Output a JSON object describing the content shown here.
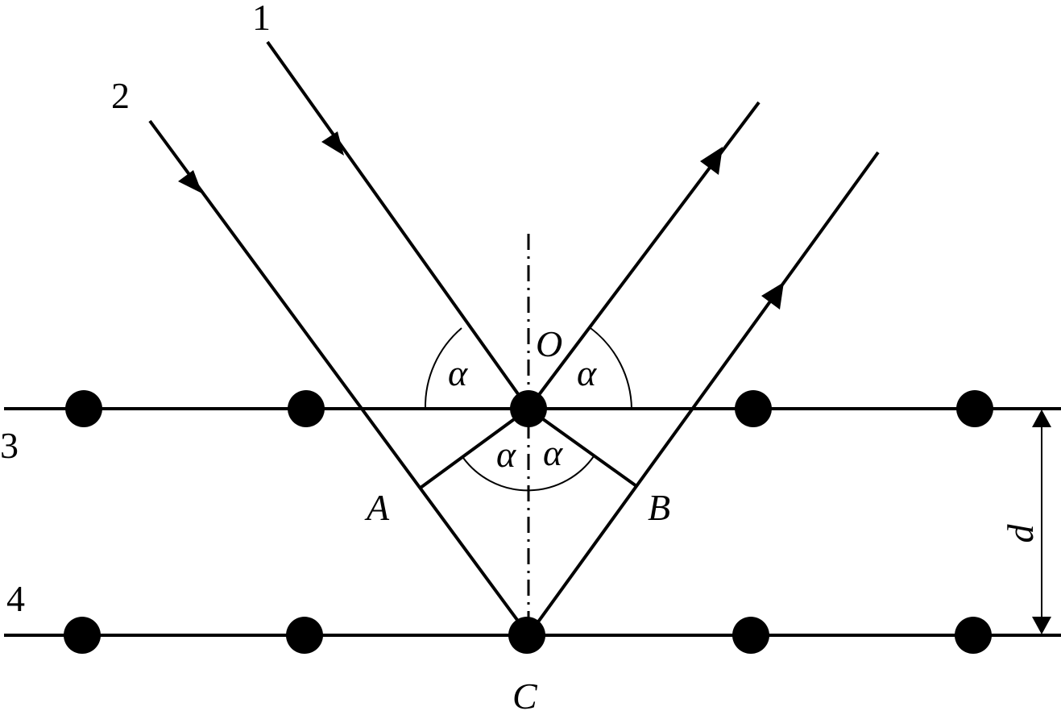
{
  "labels": {
    "ray1": "1",
    "ray2": "2",
    "plane3": "3",
    "plane4": "4",
    "pointO": "O",
    "pointA": "A",
    "pointB": "B",
    "pointC": "C",
    "distance": "d",
    "angle": "α"
  }
}
